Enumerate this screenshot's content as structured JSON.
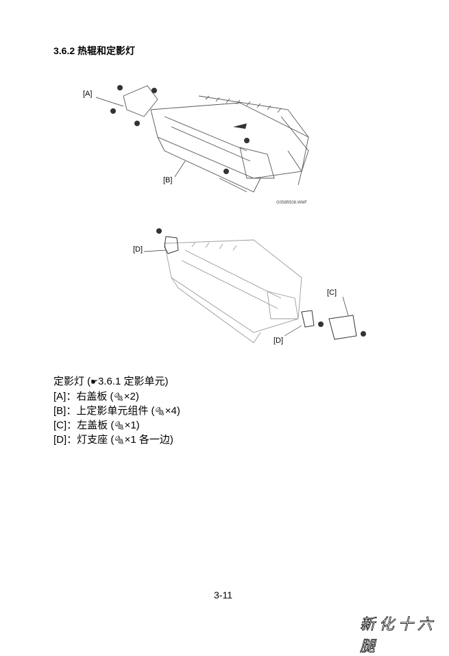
{
  "section_title": "3.6.2  热辊和定影灯",
  "figure1": {
    "labels": {
      "a": "[A]",
      "b": "[B]"
    },
    "code": "G058R508.WMF"
  },
  "figure2": {
    "labels": {
      "d_top": "[D]",
      "c": "[C]",
      "d_bottom": "[D]"
    }
  },
  "steps": [
    {
      "prefix": "定影灯 (",
      "icon": "pointing-hand-icon",
      "text": "3.6.1 定影单元)"
    },
    {
      "prefix": "[A]：右盖板 (",
      "icon": "screw-icon",
      "text": "×2)"
    },
    {
      "prefix": "[B]：上定影单元组件 (",
      "icon": "screw-icon",
      "text": "×4)"
    },
    {
      "prefix": "[C]：左盖板 (",
      "icon": "screw-icon",
      "text": "×1)"
    },
    {
      "prefix": "[D]：灯支座 (",
      "icon": "screw-icon",
      "text": "×1 各一边)"
    }
  ],
  "page_number": "3-11",
  "watermark": "新化十六腿"
}
